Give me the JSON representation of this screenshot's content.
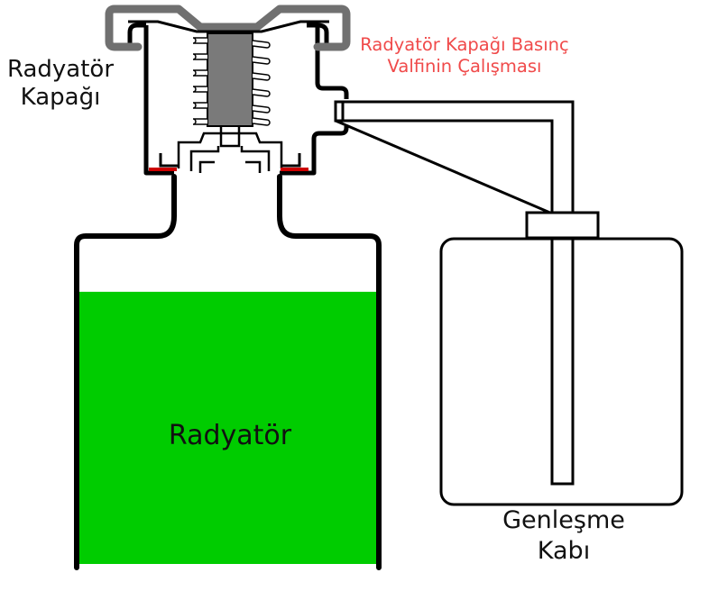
{
  "title": {
    "line1": "Radyatör Kapağı Basınç",
    "line2": "Valfinin Çalışması"
  },
  "labels": {
    "cap": {
      "line1": "Radyatör",
      "line2": "Kapağı"
    },
    "radiator": "Radyatör",
    "expansion_tank": {
      "line1": "Genleşme",
      "line2": "Kabı"
    }
  },
  "colors": {
    "coolant": "#00cc00",
    "cap_shell": "#707070",
    "valve_plunger": "#7a7a7a",
    "seal": "#cc0000",
    "outline": "#000000",
    "title_text": "#f04a4a"
  },
  "state": {
    "coolant_fill_fraction": 0.83,
    "pressure_valve": "closed"
  }
}
